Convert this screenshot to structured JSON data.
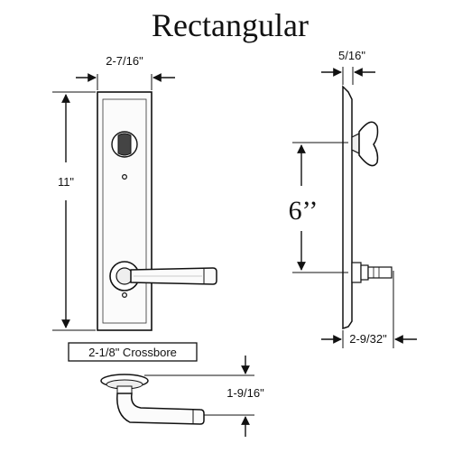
{
  "title": "Rectangular",
  "dimensions": {
    "plate_width": "2-7/16\"",
    "plate_height": "11\"",
    "plate_thickness": "5/16\"",
    "hole_spacing": "6’’",
    "projection": "2-9/32\"",
    "lever_depth": "1-9/16\""
  },
  "crossbore_label": "2-1/8\" Crossbore",
  "colors": {
    "ink": "#111111",
    "fill": "#f4f4f4",
    "paper": "#ffffff"
  }
}
